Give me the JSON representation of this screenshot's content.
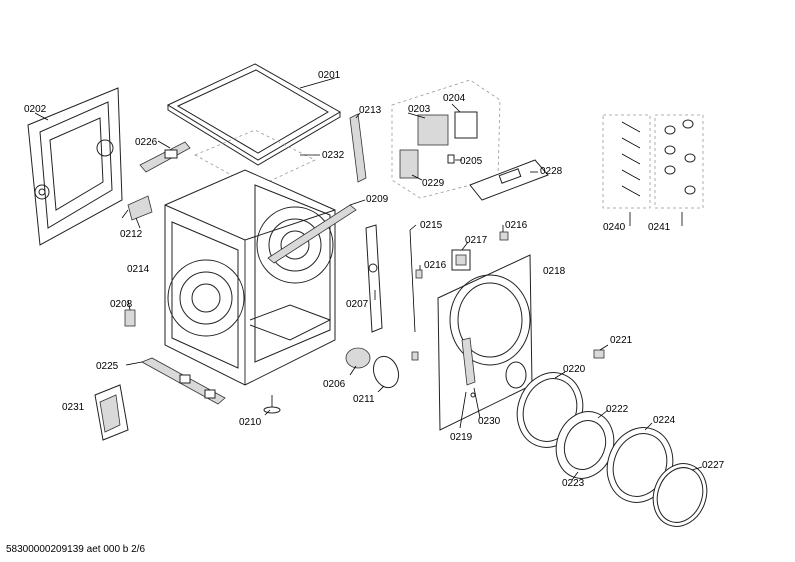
{
  "footer": "58300000209139 aet 000 b 2/6",
  "labels": {
    "p0201": "0201",
    "p0202": "0202",
    "p0203": "0203",
    "p0204": "0204",
    "p0205": "0205",
    "p0206": "0206",
    "p0207": "0207",
    "p0208": "0208",
    "p0209": "0209",
    "p0210": "0210",
    "p0211": "0211",
    "p0212": "0212",
    "p0213": "0213",
    "p0214": "0214",
    "p0215": "0215",
    "p0216a": "0216",
    "p0216b": "0216",
    "p0217": "0217",
    "p0218": "0218",
    "p0219": "0219",
    "p0220": "0220",
    "p0221": "0221",
    "p0222": "0222",
    "p0223": "0223",
    "p0224": "0224",
    "p0225": "0225",
    "p0226": "0226",
    "p0227": "0227",
    "p0228": "0228",
    "p0229": "0229",
    "p0230": "0230",
    "p0231": "0231",
    "p0232": "0232",
    "p0240": "0240",
    "p0241": "0241"
  }
}
